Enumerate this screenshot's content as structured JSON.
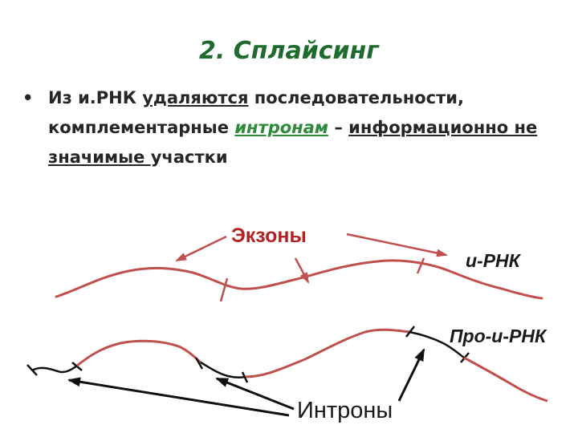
{
  "slide": {
    "title": "2. Сплайсинг",
    "bullet_marker": "•",
    "bullet": {
      "part1": "Из и.РНК ",
      "removed": "удаляются",
      "part2": " последовательности, комплементарные ",
      "introns_word": "интронам",
      "part3": " – ",
      "insignificant": "информационно не значимые ",
      "part4": "участки"
    }
  },
  "diagram": {
    "exons_label": "Экзоны",
    "mrna_label": "и-РНК",
    "pre_mrna_label": "Про-и-РНК",
    "introns_label": "Интроны",
    "colors": {
      "strand": "#c0504d",
      "intron": "#111111",
      "arrow": "#111111",
      "exons_arrow": "#c0504d"
    }
  }
}
